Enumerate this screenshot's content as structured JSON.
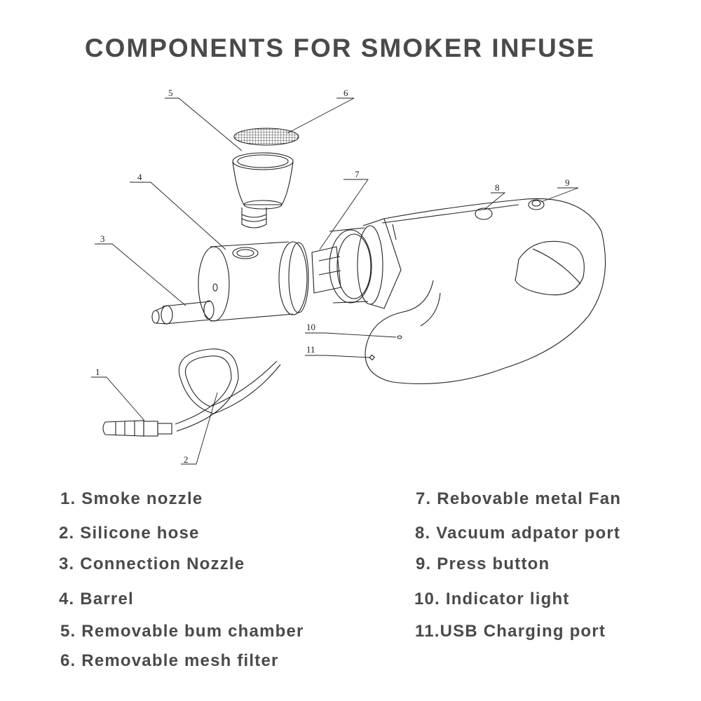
{
  "title": "COMPONENTS FOR SMOKER INFUSE",
  "callouts": [
    "1",
    "2",
    "3",
    "4",
    "5",
    "6",
    "7",
    "8",
    "9",
    "10",
    "11"
  ],
  "legend_left": [
    "1. Smoke nozzle",
    "2. Silicone hose",
    "3. Connection Nozzle",
    "4. Barrel",
    "5. Removable bum chamber",
    "6. Removable mesh filter"
  ],
  "legend_right": [
    "7. Rebovable metal Fan",
    "8. Vacuum adpator port",
    "9. Press button",
    "10. Indicator light",
    "11.USB Charging port"
  ]
}
